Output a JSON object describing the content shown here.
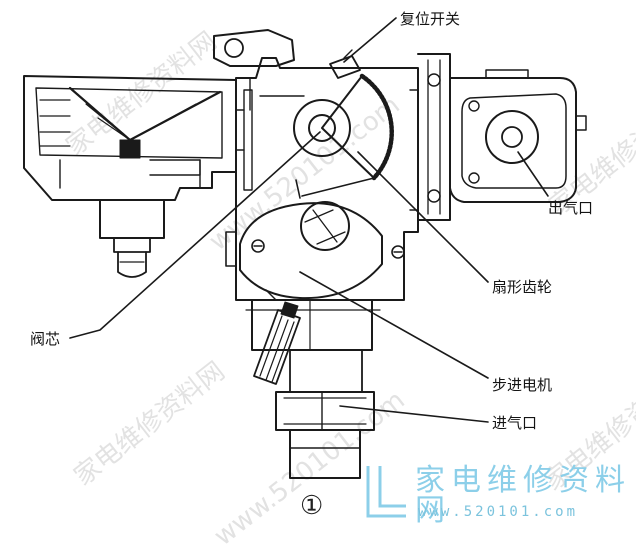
{
  "labels": {
    "reset_switch": "复位开关",
    "gas_outlet": "出气口",
    "sector_gear": "扇形齿轮",
    "valve_core": "阀芯",
    "stepper_motor": "步进电机",
    "gas_inlet": "进气口"
  },
  "figure_number": "①",
  "watermark": {
    "brand_text": "家电维修资料网",
    "site_text": "www.520101.com",
    "repeated_text": "家电维修资料网",
    "repeated_url": "www.520101.com"
  },
  "colors": {
    "line": "#1a1a1a",
    "background": "#ffffff",
    "brand_blue": "#8ccfe9",
    "watermark_gray": "#9a9a9a"
  }
}
